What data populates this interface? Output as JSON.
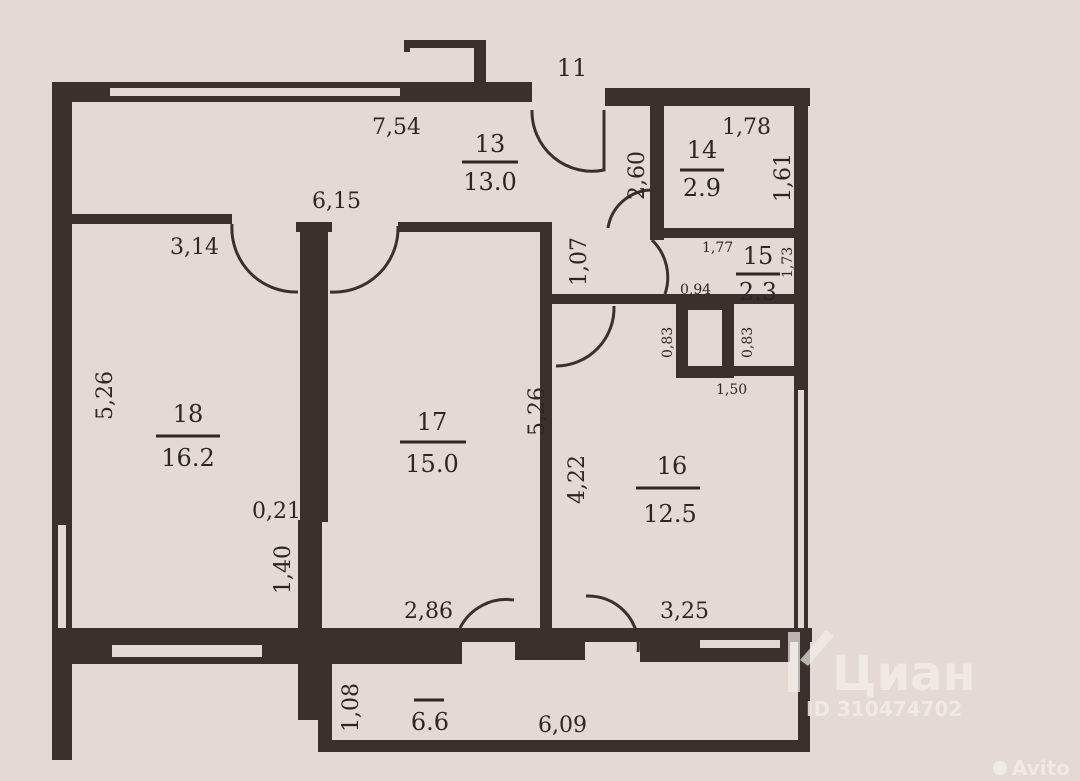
{
  "rooms": [
    {
      "number": "13",
      "area": "13.0"
    },
    {
      "number": "14",
      "area": "2.9"
    },
    {
      "number": "15",
      "area": "2.3"
    },
    {
      "number": "16",
      "area": "12.5"
    },
    {
      "number": "17",
      "area": "15.0"
    },
    {
      "number": "18",
      "area": "16.2"
    },
    {
      "number": "",
      "area": "6.6"
    }
  ],
  "unit_number": "11",
  "dimensions": {
    "d754": "7,54",
    "d615": "6,15",
    "d314": "3,14",
    "d526a": "5,26",
    "d526b": "5,26",
    "d021": "0,21",
    "d140": "1,40",
    "d286": "2,86",
    "d107": "1,07",
    "d422": "4,22",
    "d260": "2,60",
    "d178": "1,78",
    "d161": "1,61",
    "d177": "1,77",
    "d173": "1,73",
    "d094": "0,94",
    "d083a": "0,83",
    "d083b": "0,83",
    "d150": "1,50",
    "d325": "3,25",
    "d108": "1,08",
    "d609": "6,09"
  },
  "watermarks": {
    "cian_logo": "Циан",
    "listing_id": "ID 310474702",
    "avito": "Avito"
  }
}
